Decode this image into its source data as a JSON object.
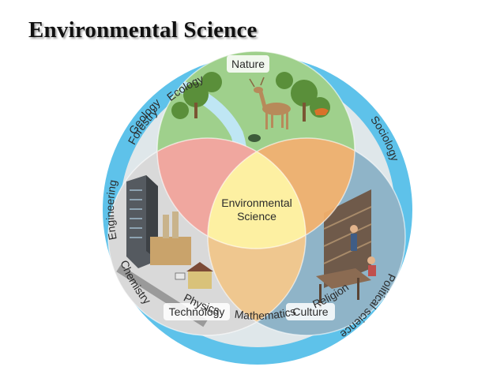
{
  "title": "Environmental Science",
  "center_label": [
    "Environmental",
    "Science"
  ],
  "venn_labels": {
    "nature": "Nature",
    "technology": "Technology",
    "culture": "Culture"
  },
  "ring_labels": {
    "ecology": "Ecology",
    "forestry": "Forestry",
    "geology": "Geology",
    "engineering": "Engineering",
    "chemistry": "Chemistry",
    "physics": "Physics",
    "mathematics": "Mathematics",
    "religion": "Religion",
    "political_science": "Political science",
    "sociology": "Sociology"
  },
  "colors": {
    "outer_ring": "#5ec2ea",
    "nature": "#9fd08c",
    "technology": "#d9d9d9",
    "culture": "#8fb4c8",
    "nature_technology": "#f2a39a",
    "nature_culture": "#f5b26b",
    "technology_culture": "#f7c98a",
    "center": "#fdf0a2"
  }
}
